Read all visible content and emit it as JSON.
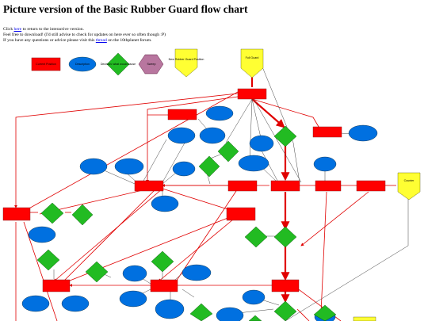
{
  "page": {
    "title": "Picture version of the Basic Rubber Guard flow chart",
    "line1_prefix": "Click ",
    "line1_link": "here",
    "line1_suffix": " to return to the interactive version.",
    "line2": "Feel free to download! (I'd still advise to check for updates on here ever so often though :P)",
    "line3_prefix": "If you have any questions or advice please visit this ",
    "line3_link": "thread",
    "line3_suffix": " on the 10thplanet forum."
  },
  "colors": {
    "position": "#ff0000",
    "technique": "#0070e0",
    "decision": "#22bb22",
    "submission": "#b8769f",
    "entry": "#ffff33",
    "link": "#0000ee"
  },
  "legend": {
    "position": "Current Position",
    "technique": "Description",
    "decision": "Decision: what would cause",
    "submission": "Sweep",
    "entry": "New Rubber Guard Position"
  },
  "diagram": {
    "full_guard": "Full Guard",
    "counter": "Counter",
    "nodes": []
  }
}
